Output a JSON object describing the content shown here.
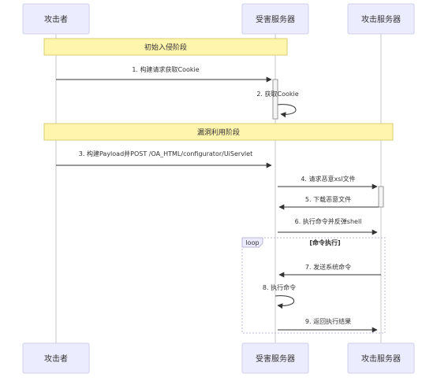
{
  "participants": {
    "attacker": "攻击者",
    "victim": "受害服务器",
    "attack_server": "攻击服务器"
  },
  "notes": {
    "initial_intrusion": "初始入侵阶段",
    "exploitation": "漏洞利用阶段"
  },
  "loop": {
    "keyword": "loop",
    "label": "[命令执行]"
  },
  "messages": [
    {
      "text": "1. 构建请求获取Cookie"
    },
    {
      "text": "2. 获取Cookie"
    },
    {
      "text": "3. 构建Payload并POST /OA_HTML/configurator/UiServlet"
    },
    {
      "text": "4. 请求恶意xsl文件"
    },
    {
      "text": "5. 下载恶意文件"
    },
    {
      "text": "6. 执行命令并反弹shell"
    },
    {
      "text": "7. 发送系统命令"
    },
    {
      "text": "8. 执行命令"
    },
    {
      "text": "9. 返回执行结果"
    }
  ]
}
